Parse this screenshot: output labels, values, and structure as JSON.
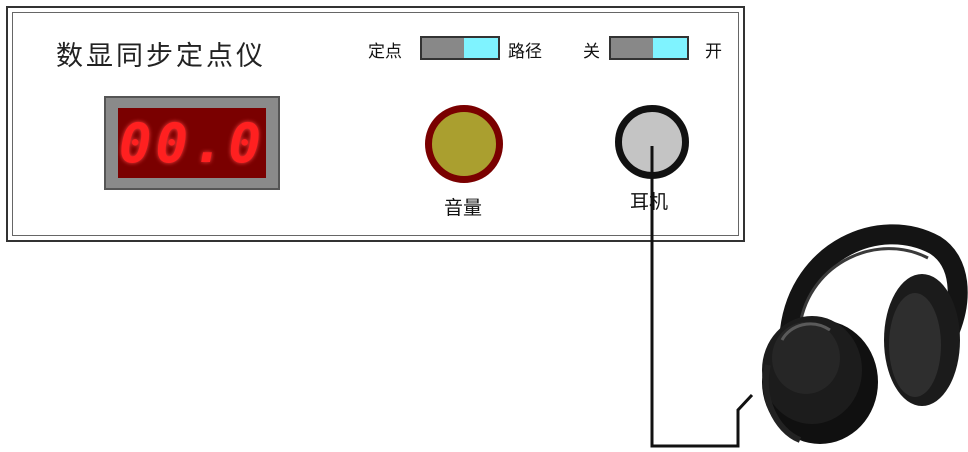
{
  "panel": {
    "title": "数显同步定点仪",
    "display_value": "00.0",
    "mode_switch": {
      "left_label": "定点",
      "right_label": "路径"
    },
    "power_switch": {
      "left_label": "关",
      "right_label": "开"
    },
    "volume_label": "音量",
    "earphone_label": "耳机"
  },
  "colors": {
    "display_digits": "#ff2020",
    "display_background": "#7a0000",
    "volume_knob": "#aa9f2f",
    "volume_ring": "#7a0000",
    "switch_on": "#7ff3ff",
    "switch_off": "#888888"
  },
  "icons": {
    "headphones": "headphones-icon"
  }
}
